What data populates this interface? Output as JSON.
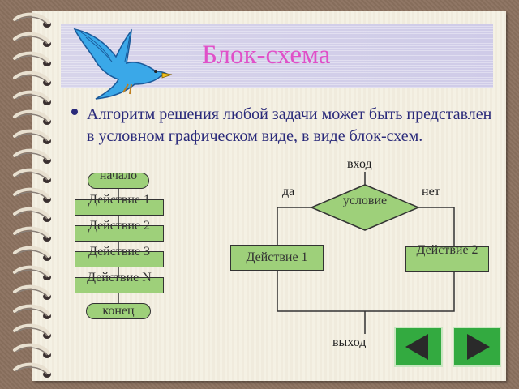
{
  "slide": {
    "title": "Блок-схема",
    "bullet": "Алгоритм решения любой задачи может быть представлен в условном графическом виде, в виде блок-схем.",
    "colors": {
      "title": "#e050c8",
      "text": "#2a2a7a",
      "block_fill": "#9ed07a",
      "nav": "#33aa40"
    },
    "icons": [
      "bird-icon",
      "binder-rings-icon",
      "prev-arrow-icon",
      "next-arrow-icon"
    ]
  },
  "linear": {
    "start": "начало",
    "actions": [
      "Действие 1",
      "Действие 2",
      "Действие 3",
      "Действие N"
    ],
    "end": "конец"
  },
  "branch": {
    "entry": "вход",
    "condition": "условие",
    "yes": "да",
    "no": "нет",
    "action1": "Действие 1",
    "action2": "Действие 2",
    "exit": "выход"
  },
  "nav": {
    "prev_icon": "prev-arrow-icon",
    "next_icon": "next-arrow-icon"
  }
}
